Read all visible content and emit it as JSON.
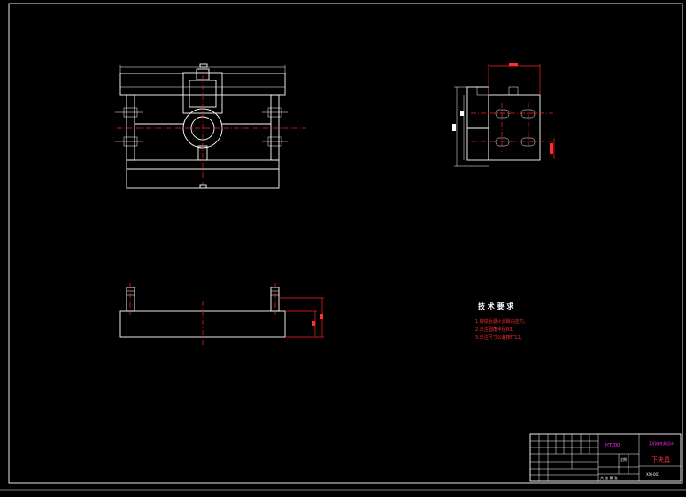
{
  "drawing": {
    "tech_req_title": "技 术 要 求",
    "tech_req_items": [
      "1.铸造后退火消除内应力。",
      "2.未注圆角半径R3。",
      "3.未注尺寸公差按IT12。"
    ],
    "title_block": {
      "drawing_no": "XXJ-001",
      "part_name": "下夹具",
      "project": "某机床夹具设计",
      "material_code": "HT200",
      "scale_label": "比例",
      "sheet_label": "共 张 第 张"
    }
  },
  "colors": {
    "background": "#000000",
    "outline": "#ffffff",
    "centerline": "#ff2020",
    "highlight": "#ff30ff"
  }
}
